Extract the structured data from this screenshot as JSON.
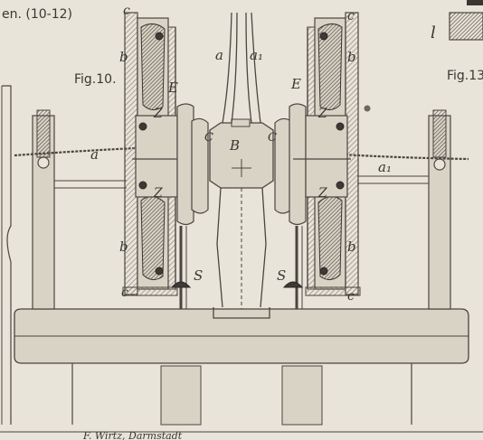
{
  "header": {
    "section_title": "en. (10-12)",
    "figure_10": "Fig.10.",
    "figure_13": "Fig.13.",
    "top_right_letter": "l"
  },
  "labels": {
    "a": "a",
    "a1": "a₁",
    "b": "b",
    "c": "c",
    "E": "E",
    "Z": "Z",
    "B": "B",
    "C": "C",
    "S": "S"
  },
  "footer": {
    "credit": "F. Wirtz, Darmstadt"
  },
  "colors": {
    "paper": "#e9e4d9",
    "ink": "#3a3632",
    "hatch": "#8c857a"
  }
}
